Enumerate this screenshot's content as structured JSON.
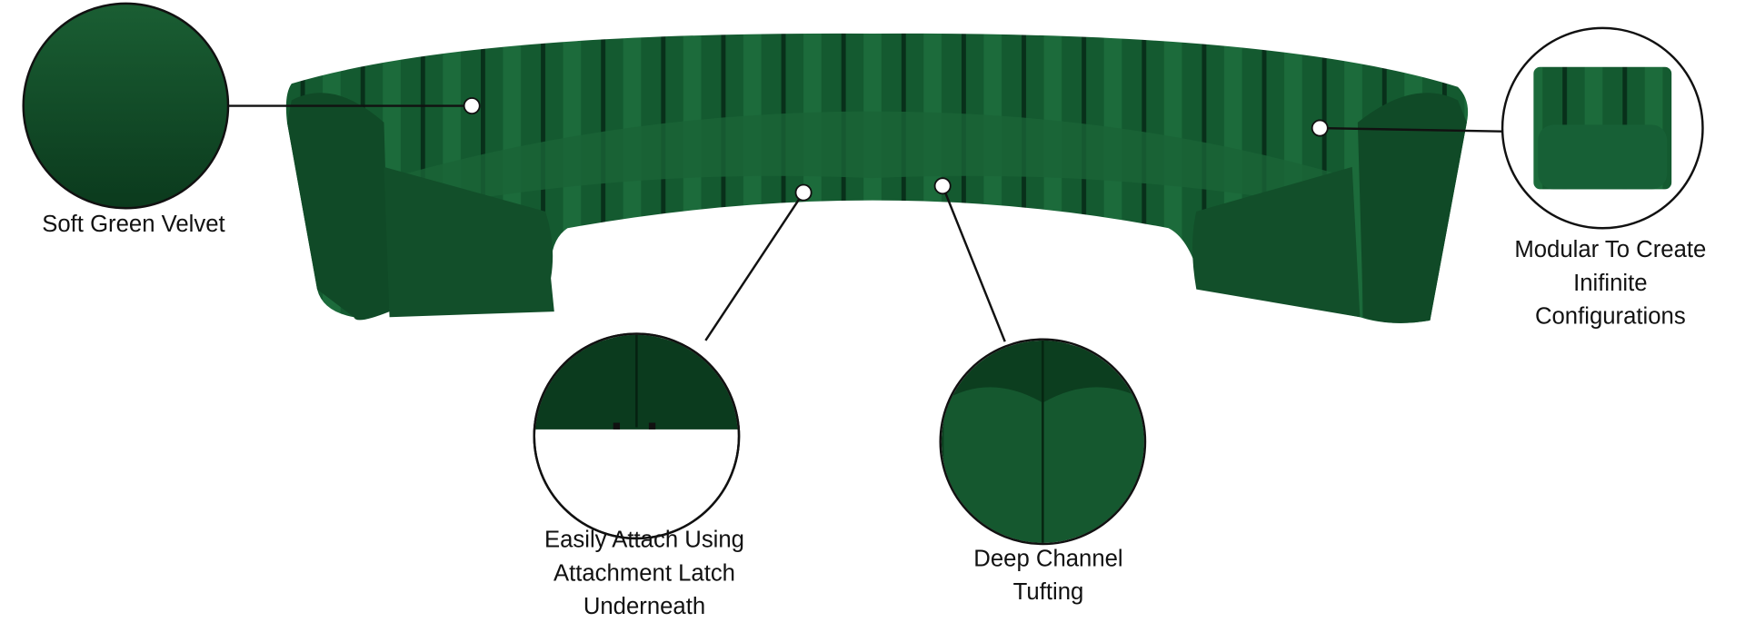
{
  "features": [
    {
      "label_lines": [
        "Soft Green Velvet"
      ],
      "icon": "velvet-swatch"
    },
    {
      "label_lines": [
        "Modular To Create",
        "Inifinite",
        "Configurations"
      ],
      "icon": "single-module"
    },
    {
      "label_lines": [
        "Easily Attach Using",
        "Attachment Latch",
        "Underneath"
      ],
      "icon": "latch-detail"
    },
    {
      "label_lines": [
        "Deep Channel",
        "Tufting"
      ],
      "icon": "tufting-detail"
    }
  ],
  "colors": {
    "velvet": "#0f4a26",
    "velvet_dark": "#0a3219",
    "velvet_light": "#1a6435",
    "outline": "#111111"
  }
}
